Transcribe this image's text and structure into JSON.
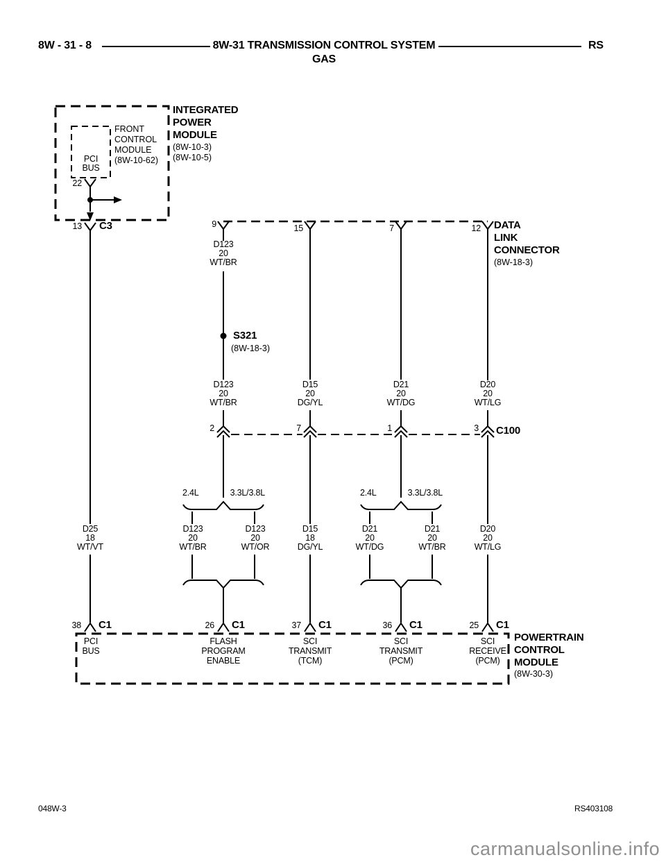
{
  "header": {
    "code": "8W - 31 - 8",
    "title": "8W-31 TRANSMISSION CONTROL SYSTEM",
    "fuel": "GAS",
    "platform": "RS"
  },
  "ipm": {
    "name": "INTEGRATED\nPOWER\nMODULE",
    "refs": "(8W-10-3)\n(8W-10-5)"
  },
  "fcm": {
    "name": "FRONT\nCONTROL\nMODULE\n(8W-10-62)",
    "bus": "PCI\nBUS",
    "pin": "22"
  },
  "c3": {
    "pin": "13",
    "id": "C3"
  },
  "dlc": {
    "name": "DATA\nLINK\nCONNECTOR",
    "ref": "(8W-18-3)",
    "pins": {
      "p9": "9",
      "p15": "15",
      "p7": "7",
      "p12": "12"
    }
  },
  "splice": {
    "id": "S321",
    "ref": "(8W-18-3)"
  },
  "c100": {
    "id": "C100",
    "pins": {
      "p2": "2",
      "p7": "7",
      "p1": "1",
      "p3": "3"
    }
  },
  "engines": {
    "small": "2.4L",
    "large": "3.3L/3.8L"
  },
  "wires": {
    "d123_a": "D123\n20\nWT/BR",
    "d123_b": "D123\n20\nWT/BR",
    "d15_a": "D15\n20\nDG/YL",
    "d21_a": "D21\n20\nWT/DG",
    "d20_a": "D20\n20\nWT/LG",
    "d25": "D25\n18\nWT/VT",
    "d123_c": "D123\n20\nWT/BR",
    "d123_d": "D123\n20\nWT/OR",
    "d15_b": "D15\n18\nDG/YL",
    "d21_b": "D21\n20\nWT/DG",
    "d21_c": "D21\n20\nWT/BR",
    "d20_b": "D20\n20\nWT/LG"
  },
  "c1": {
    "id": "C1",
    "pins": {
      "p38": "38",
      "p26": "26",
      "p37": "37",
      "p36": "36",
      "p25": "25"
    }
  },
  "pcm": {
    "name": "POWERTRAIN\nCONTROL\nMODULE",
    "ref": "(8W-30-3)",
    "circuits": {
      "c38": "PCI\nBUS",
      "c26": "FLASH\nPROGRAM\nENABLE",
      "c37": "SCI\nTRANSMIT\n(TCM)",
      "c36": "SCI\nTRANSMIT\n(PCM)",
      "c25": "SCI\nRECEIVE\n(PCM)"
    }
  },
  "footer": {
    "left": "048W-3",
    "right": "RS403108",
    "watermark": "carmanualsonline.info"
  }
}
